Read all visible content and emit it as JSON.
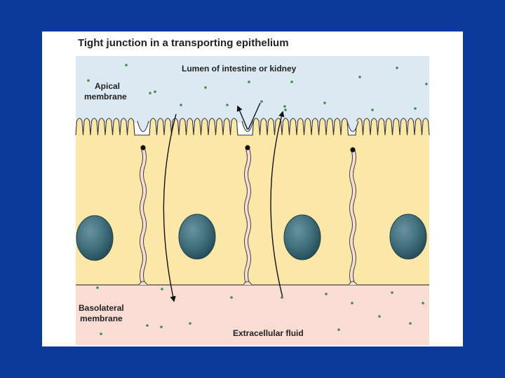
{
  "slide": {
    "background_color": "#0a3a9a",
    "title": "Tight junction in a transporting epithelium"
  },
  "diagram": {
    "labels": {
      "lumen": "Lumen of intestine or kidney",
      "apical_line1": "Apical",
      "apical_line2": "membrane",
      "basolateral_line1": "Basolateral",
      "basolateral_line2": "membrane",
      "extracellular": "Extracellular fluid"
    },
    "colors": {
      "lumen": "#dde9f2",
      "cell": "#fbe7a8",
      "extracellular": "#f9dcd3",
      "nucleus": "#3f6b79",
      "particle": "#3d8c47"
    },
    "cell_count": 4,
    "tight_junction_count": 3
  }
}
